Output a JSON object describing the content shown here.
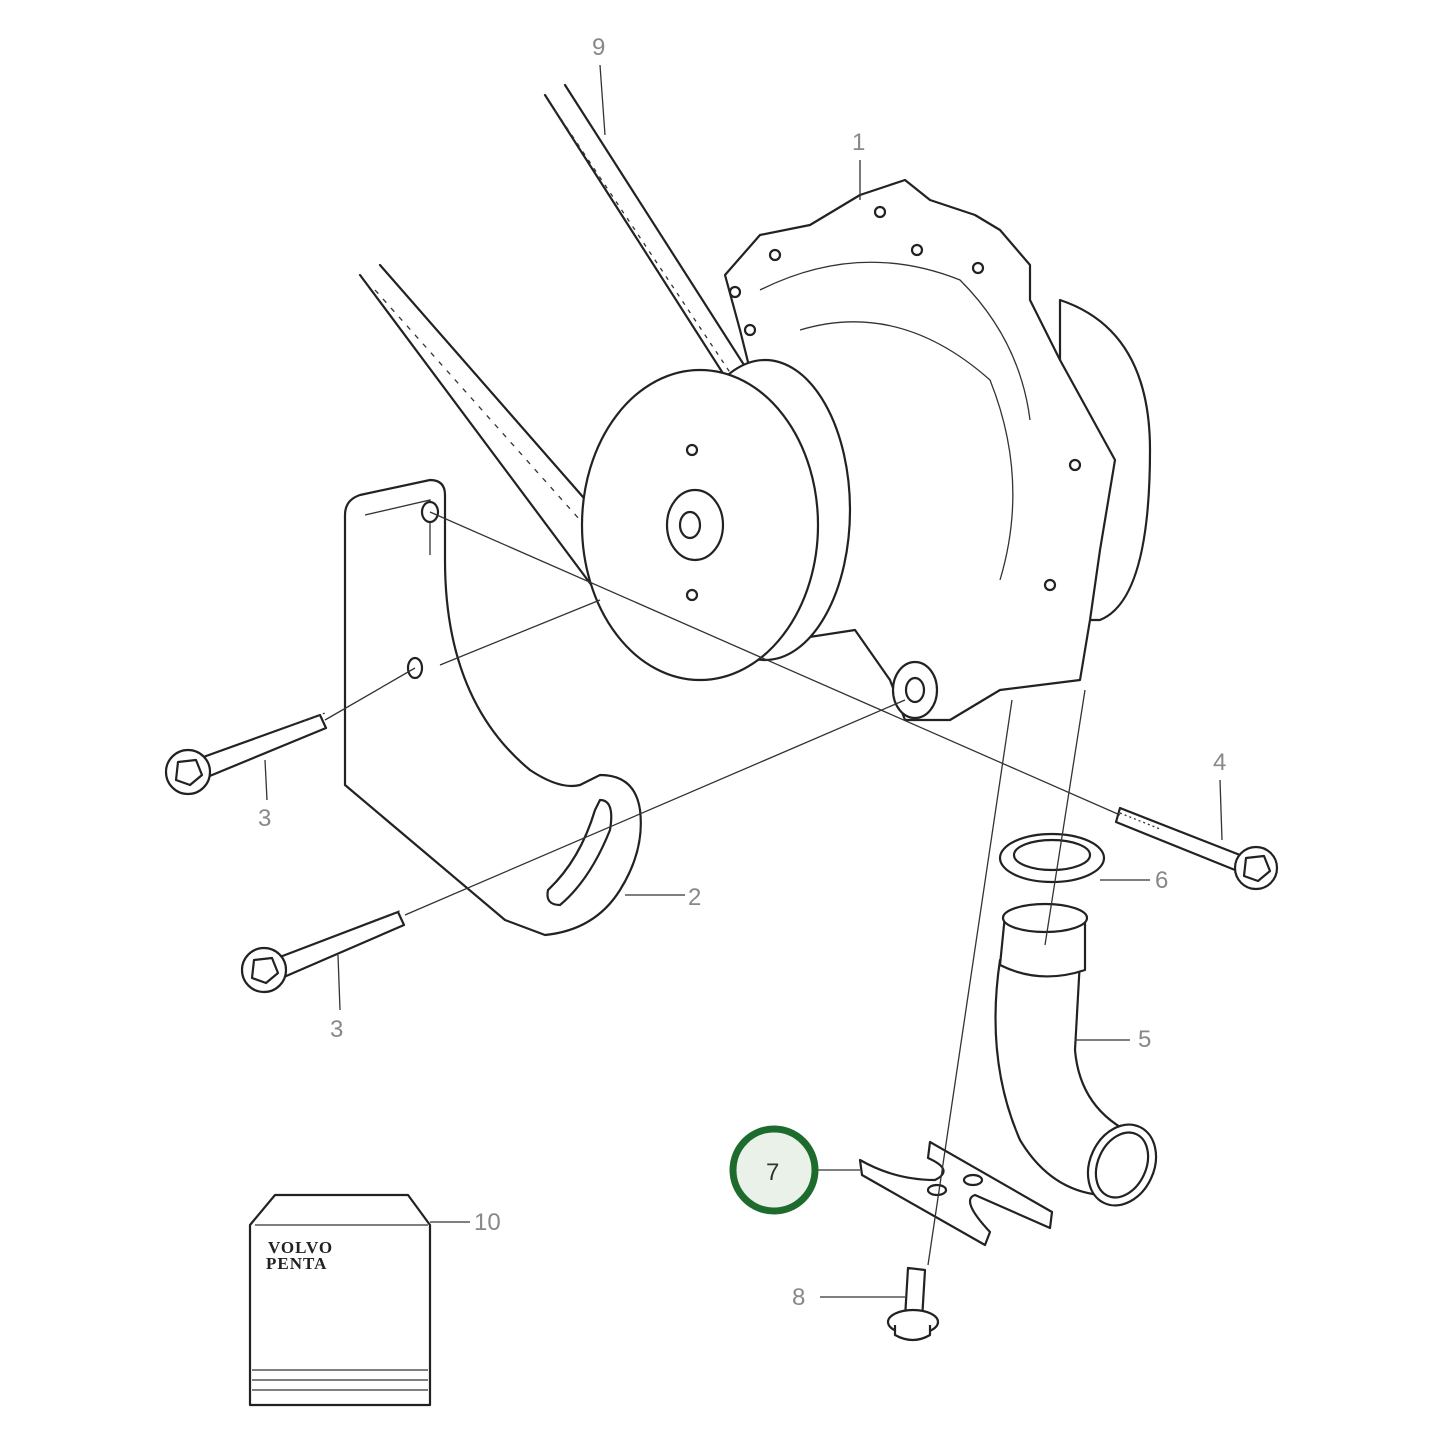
{
  "diagram": {
    "callouts": [
      {
        "id": "1",
        "label": "1"
      },
      {
        "id": "2",
        "label": "2"
      },
      {
        "id": "3a",
        "label": "3"
      },
      {
        "id": "3b",
        "label": "3"
      },
      {
        "id": "4",
        "label": "4"
      },
      {
        "id": "5",
        "label": "5"
      },
      {
        "id": "6",
        "label": "6"
      },
      {
        "id": "7",
        "label": "7",
        "highlighted": true
      },
      {
        "id": "8",
        "label": "8"
      },
      {
        "id": "9",
        "label": "9"
      },
      {
        "id": "10",
        "label": "10"
      }
    ],
    "logo": {
      "line1": "VOLVO",
      "line2": "PENTA"
    },
    "colors": {
      "highlight_ring": "#1e6b2e",
      "highlight_fill": "#e9f1e9",
      "line": "#222222",
      "label": "#888888"
    }
  }
}
